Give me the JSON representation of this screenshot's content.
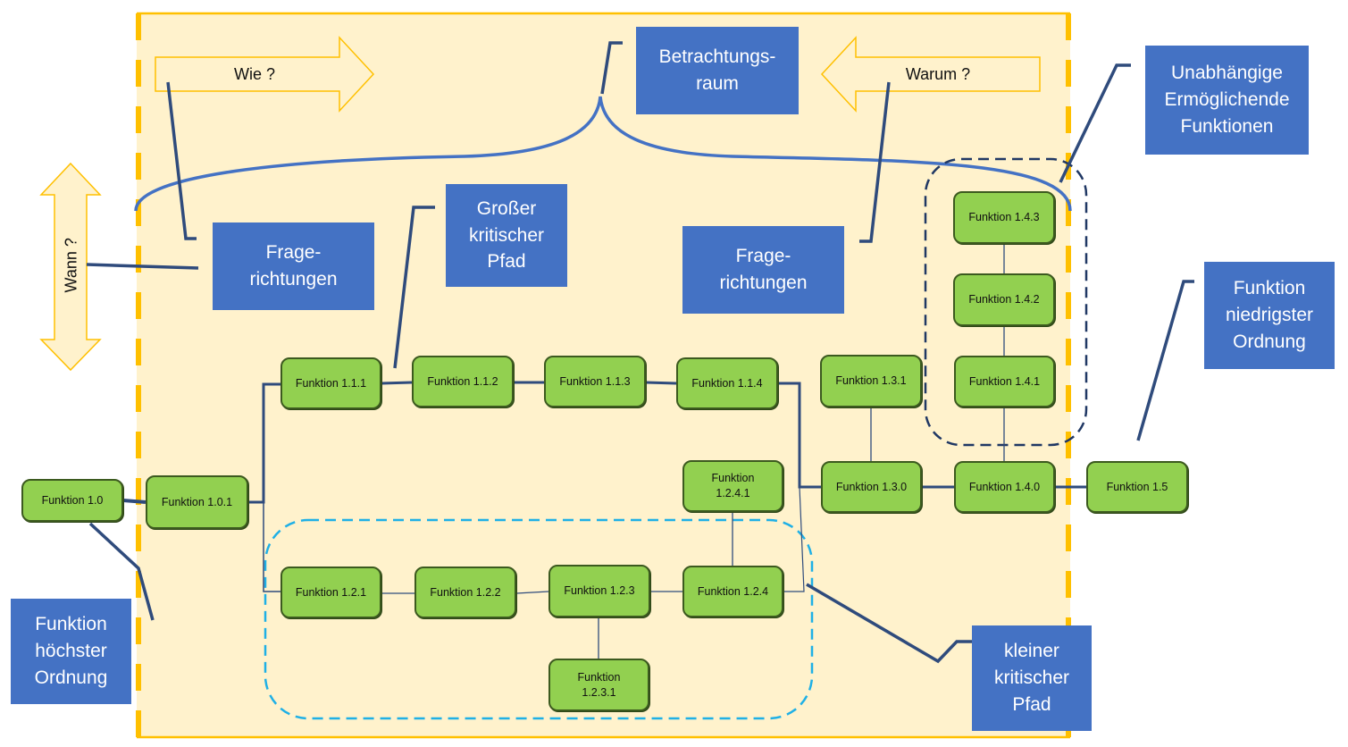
{
  "arrows": {
    "wie": "Wie ?",
    "warum": "Warum ?",
    "wann": "Wann ?"
  },
  "callouts": {
    "betrachtungsraum": "Betrachtungs-\nraum",
    "unabhaengige": "Unabhängige\nErmöglichende\nFunktionen",
    "fragerichtungen_left": "Frage-\nrichtungen",
    "fragerichtungen_right": "Frage-\nrichtungen",
    "grosser_pfad": "Großer\nkritischer\nPfad",
    "niedrigste_ordnung": "Funktion\nniedrigster\nOrdnung",
    "hoechste_ordnung": "Funktion\nhöchster\nOrdnung",
    "kleiner_pfad": "kleiner\nkritischer\nPfad"
  },
  "functions": {
    "f1_0": "Funktion 1.0",
    "f1_0_1": "Funktion 1.0.1",
    "f1_1_1": "Funktion 1.1.1",
    "f1_1_2": "Funktion 1.1.2",
    "f1_1_3": "Funktion 1.1.3",
    "f1_1_4": "Funktion 1.1.4",
    "f1_2_1": "Funktion 1.2.1",
    "f1_2_2": "Funktion 1.2.2",
    "f1_2_3": "Funktion 1.2.3",
    "f1_2_4": "Funktion 1.2.4",
    "f1_2_3_1": "Funktion\n1.2.3.1",
    "f1_2_4_1": "Funktion\n1.2.4.1",
    "f1_3_0": "Funktion 1.3.0",
    "f1_3_1": "Funktion 1.3.1",
    "f1_4_0": "Funktion 1.4.0",
    "f1_4_1": "Funktion 1.4.1",
    "f1_4_2": "Funktion 1.4.2",
    "f1_4_3": "Funktion 1.4.3",
    "f1_5": "Funktion 1.5"
  },
  "colors": {
    "scope_fill": "#fff2cc",
    "scope_border": "#ffc000",
    "arrow_fill": "#fff2cc",
    "arrow_outline": "#ffc000",
    "node_fill": "#92d050",
    "node_border": "#3c5a1f",
    "callout_fill": "#4472c4",
    "callout_text": "#ffffff",
    "connector": "#2f4b7c",
    "brace": "#4472c4",
    "small_path_dash": "#1fb0e6",
    "unabh_dash": "#203864"
  }
}
